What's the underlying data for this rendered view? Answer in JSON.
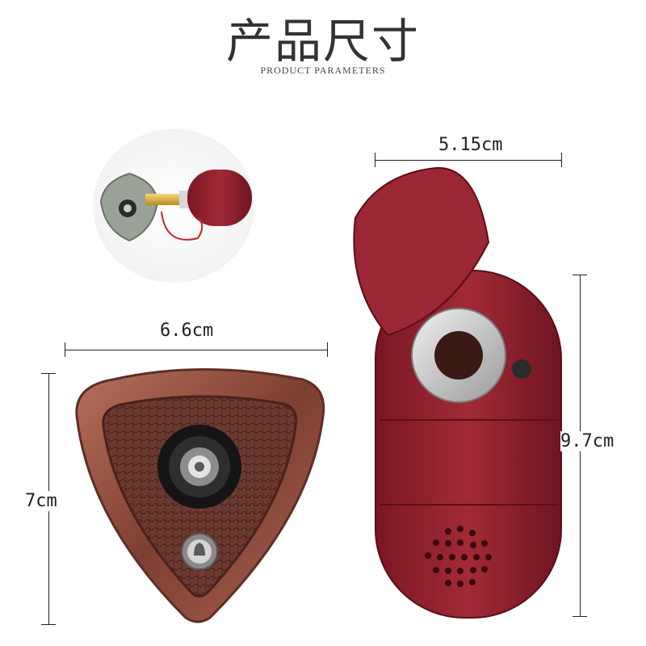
{
  "header": {
    "title": "产品尺寸",
    "subtitle": "PRODUCT PARAMETERS"
  },
  "dimensions": {
    "front_width": "6.6cm",
    "front_height": "7cm",
    "monitor_width": "5.15cm",
    "monitor_height": "9.7cm"
  },
  "colors": {
    "bronze": "#8a4a3a",
    "monitor_red": "#8c1f2a",
    "steel": "#c9c9c9"
  }
}
